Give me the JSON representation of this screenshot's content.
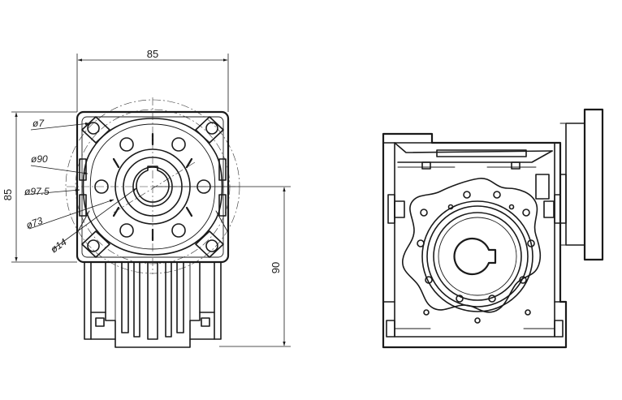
{
  "drawing": {
    "dim_width": "85",
    "dim_height_left": "85",
    "dim_height_right": "90",
    "labels": {
      "d7": "ø7",
      "d90": "ø90",
      "d97_5": "ø97.5",
      "d73": "ø73",
      "d14": "ø14"
    }
  }
}
